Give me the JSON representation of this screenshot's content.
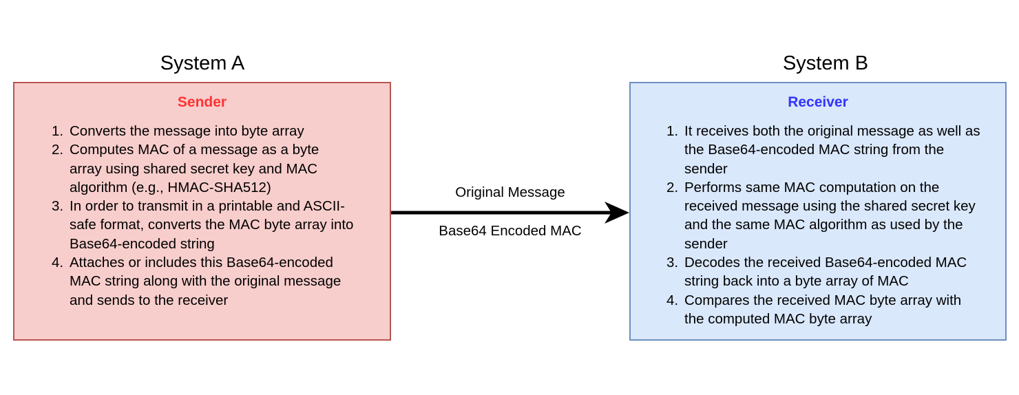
{
  "system_a": {
    "title": "System A",
    "heading": "Sender",
    "steps": [
      {
        "num": "1.",
        "text": "Converts the message into byte array"
      },
      {
        "num": "2.",
        "text": "Computes MAC of a message as a byte array using shared secret key and MAC algorithm (e.g., HMAC-SHA512)"
      },
      {
        "num": "3.",
        "text": "In order to transmit in a printable and ASCII-safe format, converts the MAC byte array into Base64-encoded string"
      },
      {
        "num": "4.",
        "text": "Attaches or includes this Base64-encoded MAC string along with the original message and sends to the receiver"
      }
    ]
  },
  "system_b": {
    "title": "System B",
    "heading": "Receiver",
    "steps": [
      {
        "num": "1.",
        "text": "It receives both the original message as well as the Base64-encoded MAC string from the sender"
      },
      {
        "num": "2.",
        "text": "Performs same MAC computation on the received message using the shared secret key and the same MAC algorithm as used by the sender"
      },
      {
        "num": "3.",
        "text": "Decodes the received Base64-encoded MAC string back into a byte array of MAC"
      },
      {
        "num": "4.",
        "text": "Compares the received MAC byte array with the computed MAC byte array"
      }
    ]
  },
  "arrow": {
    "label_top": "Original Message",
    "label_bottom": "Base64 Encoded MAC"
  },
  "colors": {
    "sender_fill": "#f8cecc",
    "sender_border": "#b85450",
    "sender_heading": "#ff3333",
    "receiver_fill": "#dae8fc",
    "receiver_border": "#6c8ebf",
    "receiver_heading": "#3333ff",
    "arrow": "#000000"
  }
}
